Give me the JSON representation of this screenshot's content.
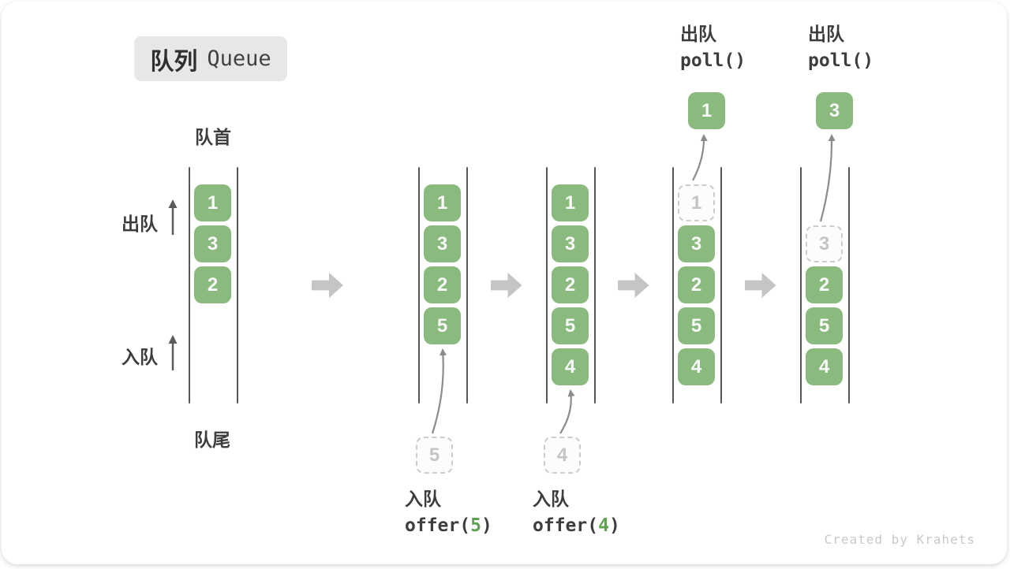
{
  "title": {
    "zh": "队列",
    "en": "Queue"
  },
  "side_labels": {
    "front": "队首",
    "rear": "队尾",
    "dequeue": "出队",
    "enqueue": "入队"
  },
  "watermark": "Created by Krahets",
  "colors": {
    "box_green": "#8aba7e",
    "box_text": "#fafafa",
    "ghost_border": "#cccccc",
    "ghost_text": "#c4c4c4",
    "code_green": "#5fa052",
    "block_arrow": "#c5c5c5",
    "wall": "#565656",
    "label_text": "#3d3d3d",
    "curve_arrow": "#8c8c8c",
    "side_arrow": "#5b5b5b"
  },
  "queue_states": [
    {
      "slots": [
        {
          "type": "filled",
          "value": "1"
        },
        {
          "type": "filled",
          "value": "3"
        },
        {
          "type": "filled",
          "value": "2"
        },
        {
          "type": "empty",
          "value": ""
        },
        {
          "type": "empty",
          "value": ""
        }
      ]
    },
    {
      "slots": [
        {
          "type": "filled",
          "value": "1"
        },
        {
          "type": "filled",
          "value": "3"
        },
        {
          "type": "filled",
          "value": "2"
        },
        {
          "type": "filled",
          "value": "5"
        },
        {
          "type": "empty",
          "value": ""
        }
      ],
      "incoming": {
        "value": "5"
      },
      "bottom_label": {
        "zh": "入队",
        "code_prefix": "offer(",
        "code_arg": "5",
        "code_suffix": ")"
      }
    },
    {
      "slots": [
        {
          "type": "filled",
          "value": "1"
        },
        {
          "type": "filled",
          "value": "3"
        },
        {
          "type": "filled",
          "value": "2"
        },
        {
          "type": "filled",
          "value": "5"
        },
        {
          "type": "filled",
          "value": "4"
        }
      ],
      "incoming": {
        "value": "4"
      },
      "bottom_label": {
        "zh": "入队",
        "code_prefix": "offer(",
        "code_arg": "4",
        "code_suffix": ")"
      }
    },
    {
      "slots": [
        {
          "type": "ghost",
          "value": "1"
        },
        {
          "type": "filled",
          "value": "3"
        },
        {
          "type": "filled",
          "value": "2"
        },
        {
          "type": "filled",
          "value": "5"
        },
        {
          "type": "filled",
          "value": "4"
        }
      ],
      "outgoing": {
        "value": "1"
      },
      "top_label": {
        "zh": "出队",
        "code": "poll()"
      }
    },
    {
      "slots": [
        {
          "type": "empty",
          "value": ""
        },
        {
          "type": "ghost",
          "value": "3"
        },
        {
          "type": "filled",
          "value": "2"
        },
        {
          "type": "filled",
          "value": "5"
        },
        {
          "type": "filled",
          "value": "4"
        }
      ],
      "outgoing": {
        "value": "3"
      },
      "top_label": {
        "zh": "出队",
        "code": "poll()"
      }
    }
  ]
}
